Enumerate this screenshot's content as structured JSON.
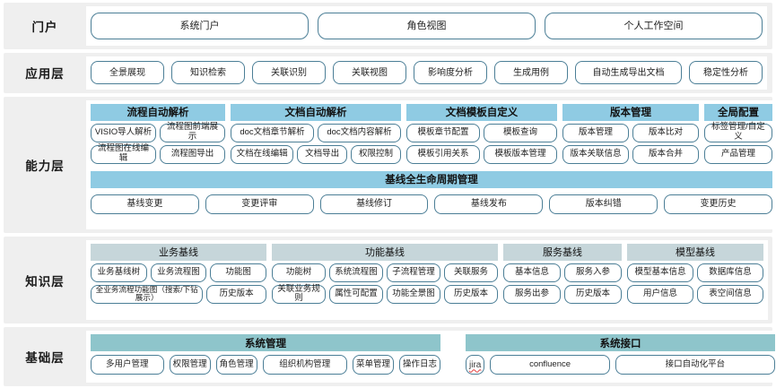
{
  "layers": [
    {
      "id": "portal",
      "label": "门户",
      "items": [
        "系统门户",
        "角色视图",
        "个人工作空间"
      ]
    },
    {
      "id": "application",
      "label": "应用层",
      "items": [
        "全景展现",
        "知识检索",
        "关联识别",
        "关联视图",
        "影响度分析",
        "生成用例",
        "自动生成导出文档",
        "稳定性分析"
      ]
    },
    {
      "id": "capability",
      "label": "能力层",
      "groups": [
        {
          "title": "流程自动解析",
          "rows": [
            [
              "VISIO导人解析",
              "流程图前端展示"
            ],
            [
              "流程图在线编辑",
              "流程图导出"
            ]
          ]
        },
        {
          "title": "文档自动解析",
          "rows": [
            [
              "doc文档章节解析",
              "doc文档内容解析"
            ],
            [
              "文档在线编辑",
              "文档导出",
              "权限控制"
            ]
          ]
        },
        {
          "title": "文档模板自定义",
          "rows": [
            [
              "模板章节配置",
              "模板查询"
            ],
            [
              "模板引用关系",
              "模板版本管理"
            ]
          ]
        },
        {
          "title": "版本管理",
          "rows": [
            [
              "版本管理",
              "版本比对"
            ],
            [
              "版本关联信息",
              "版本合并"
            ]
          ]
        },
        {
          "title": "全局配置",
          "rows": [
            [
              "标签管理/自定义"
            ],
            [
              "产品管理"
            ]
          ]
        }
      ],
      "lifecycle": {
        "title": "基线全生命周期管理",
        "items": [
          "基线变更",
          "变更评审",
          "基线修订",
          "基线发布",
          "版本纠错",
          "变更历史"
        ]
      }
    },
    {
      "id": "knowledge",
      "label": "知识层",
      "groups": [
        {
          "title": "业务基线",
          "rows": [
            [
              "业务基线树",
              "业务流程图",
              "功能图"
            ],
            [
              "全业务流程功能图（搜索/下钻展示）",
              "历史版本"
            ]
          ]
        },
        {
          "title": "功能基线",
          "rows": [
            [
              "功能树",
              "系统流程图",
              "子流程管理",
              "关联服务"
            ],
            [
              "关联业务规则",
              "属性可配置",
              "功能全景图",
              "历史版本"
            ]
          ]
        },
        {
          "title": "服务基线",
          "rows": [
            [
              "基本信息",
              "服务入参"
            ],
            [
              "服务出参",
              "历史版本"
            ]
          ]
        },
        {
          "title": "模型基线",
          "rows": [
            [
              "模型基本信息",
              "数据库信息"
            ],
            [
              "用户信息",
              "表空间信息"
            ]
          ]
        }
      ]
    },
    {
      "id": "base",
      "label": "基础层",
      "groups": [
        {
          "title": "系统管理",
          "rows": [
            [
              "多用户管理",
              "权限管理",
              "角色管理",
              "组织机构管理",
              "菜单管理",
              "操作日志"
            ]
          ]
        },
        {
          "title": "系统接口",
          "rows": [
            [
              "jira",
              "confluence",
              "接口自动化平台"
            ]
          ]
        }
      ]
    }
  ],
  "colors": {
    "pill_border": "#4b7e96",
    "capability_header": "#8fcbe3",
    "knowledge_header": "#c6d6da",
    "base_header": "#8ec5cb",
    "band_background": "#efefef",
    "spellcheck_underline": "#e03b3b"
  }
}
